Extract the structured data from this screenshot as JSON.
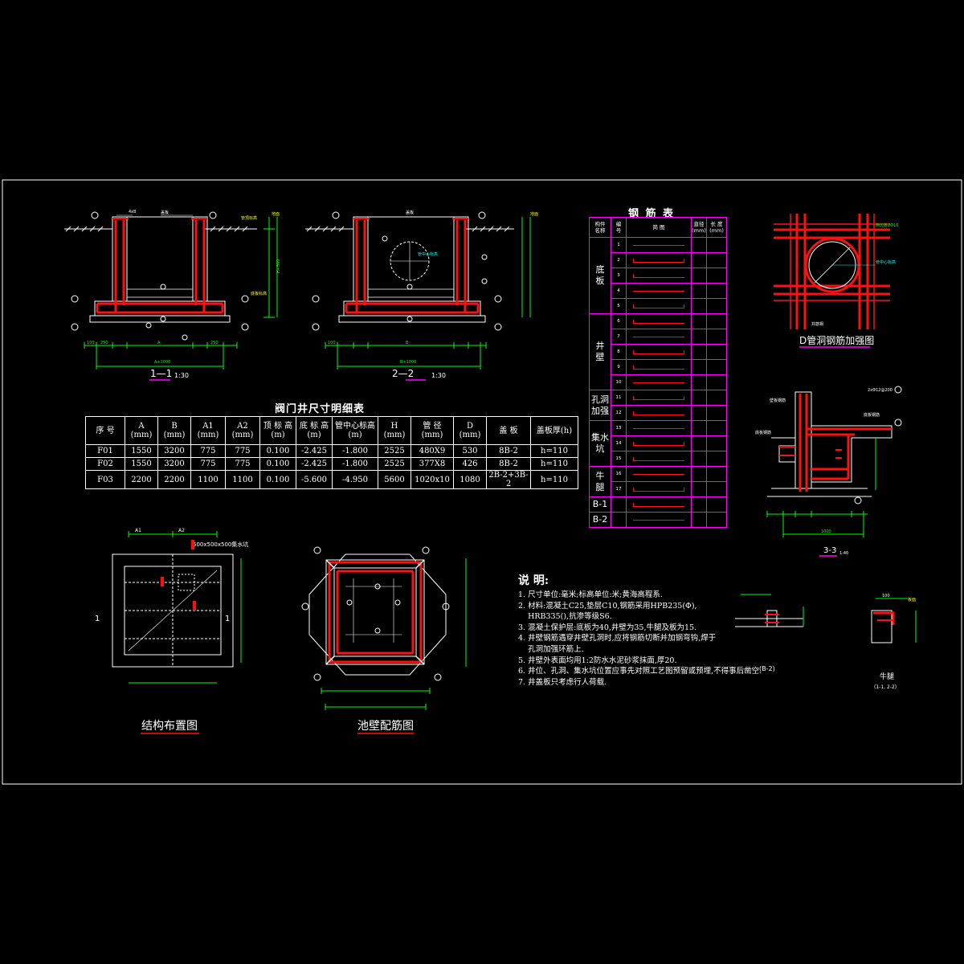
{
  "section_1": {
    "title": "1—1",
    "scale": "1:30"
  },
  "section_2": {
    "title": "2—2",
    "scale": "1:30"
  },
  "pipe_opening": {
    "title": "D管洞钢筋加强图"
  },
  "section_3": {
    "title": "3-3",
    "scale": "1:40"
  },
  "layout_plan": {
    "title": "结构布置图",
    "sump_label": "500x500x500集水坑",
    "marker": "1"
  },
  "wall_rebar": {
    "title": "池壁配筋图"
  },
  "corbel": {
    "title": "牛腿",
    "subtitle": "(1-1, 2-2)"
  },
  "detail_b2": {
    "label": "(B-2)"
  },
  "valve_table": {
    "title": "阀门井尺寸明细表",
    "headers": [
      "序 号",
      "A\n(mm)",
      "B\n(mm)",
      "A1\n(mm)",
      "A2\n(mm)",
      "顶 标 高\n(m)",
      "底 标 高\n(m)",
      "管中心标高\n(m)",
      "H\n(mm)",
      "管 径\n(mm)",
      "D\n(mm)",
      "盖 板",
      "盖板厚(h)"
    ],
    "rows": [
      [
        "F01",
        "1550",
        "3200",
        "775",
        "775",
        "0.100",
        "-2.425",
        "-1.800",
        "2525",
        "480X9",
        "530",
        "8B-2",
        "h=110"
      ],
      [
        "F02",
        "1550",
        "3200",
        "775",
        "775",
        "0.100",
        "-2.425",
        "-1.800",
        "2525",
        "377X8",
        "426",
        "8B-2",
        "h=110"
      ],
      [
        "F03",
        "2200",
        "2200",
        "1100",
        "1100",
        "0.100",
        "-5.600",
        "-4.950",
        "5600",
        "1020x10",
        "1080",
        "2B-2+3B-2",
        "h=110"
      ]
    ]
  },
  "rebar_table": {
    "title": "钢 筋 表",
    "headers": [
      "构件\n名称",
      "编\n号",
      "简 图",
      "直径\n(mm)",
      "长 度\n(mm)"
    ],
    "groups": [
      {
        "name": "底\n板",
        "rows": 5
      },
      {
        "name": "井\n壁",
        "rows": 5
      },
      {
        "name": "孔洞\n加强",
        "rows": 2
      },
      {
        "name": "集水坑",
        "rows": 3
      },
      {
        "name": "牛\n腿",
        "rows": 2
      },
      {
        "name": "B-1",
        "rows": 1
      },
      {
        "name": "B-2",
        "rows": 1
      }
    ],
    "numbers": [
      "1",
      "2",
      "3",
      "4",
      "5",
      "6",
      "7",
      "8",
      "9",
      "10",
      "11",
      "12",
      "13",
      "14",
      "15",
      "16",
      "17",
      "",
      ""
    ]
  },
  "notes": {
    "heading": "说 明:",
    "items": [
      "1. 尺寸单位:毫米;标高单位:米;黄海高程系.",
      "2. 材料:混凝土C25,垫层C10,钢筋采用HPB235(Φ),",
      "    HRB335(),抗渗等级S6.",
      "3. 混凝土保护层:底板为40,井壁为35,牛腿及板为15.",
      "4. 井壁钢筋遇穿井壁孔洞时,应将钢筋切断并加钢弯钩,焊于",
      "    孔洞加强环筋上.",
      "5. 井壁外表面均用1:2防水水泥砂浆抹面,厚20.",
      "6. 井位、孔洞、集水坑位置应事先对照工艺图预留或预埋,不得事后凿空.",
      "7. 井盖板只考虑行人荷载."
    ]
  },
  "colors": {
    "background": "#000000",
    "rebar": "#ff1010",
    "dimension": "#00ff00",
    "table_border": "#ff00ff",
    "text": "#ffffff",
    "label": "#ffff00"
  }
}
